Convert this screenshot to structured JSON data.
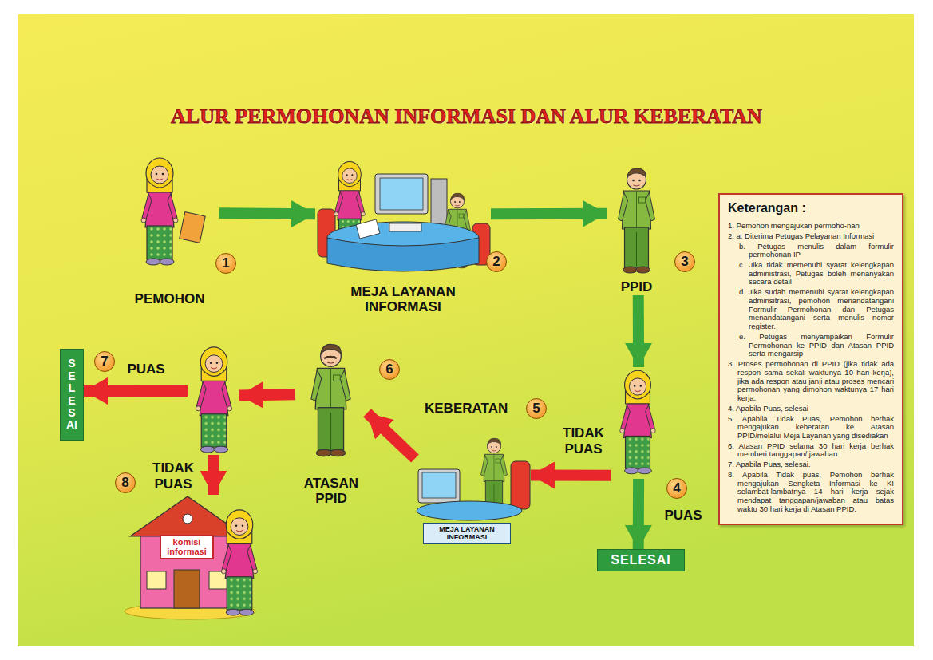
{
  "diagram": {
    "title": "ALUR PERMOHONAN INFORMASI DAN ALUR KEBERATAN",
    "nodes": [
      {
        "text": [
          "PEMOHON"
        ]
      },
      {
        "text": [
          "MEJA LAYANAN INFORMASI"
        ]
      },
      {
        "text": [
          "PPID"
        ]
      },
      {
        "text": [
          "4"
        ]
      },
      {
        "text": [
          "SELESAI"
        ]
      },
      {
        "text": [
          "MEJA LAYANAN INFORMASI"
        ]
      },
      {
        "text": [
          "ATASAN PPID"
        ]
      },
      {
        "text": [
          "7"
        ]
      },
      {
        "text": [
          "komisi informasi"
        ]
      },
      {
        "text": [
          "SELESAI"
        ]
      },
      {
        "text": [
          "Keterangan :",
          "1. Pemohon mengajukan permoho-nan",
          "2. a. Diterima Petugas Pelayanan Informasi",
          "b. Petugas menulis dalam formulir permohonan IP",
          "c. Jika tidak memenuhi syarat kelengkapan administrasi, Petugas boleh menanyakan secara detail",
          "d. Jika sudah memenuhi syarat kelengkapan adminsitrasi, pemohon menandatangani Formulir Permohonan dan Petugas menandatangani serta menulis nomor register.",
          "e. Petugas menyampaikan Formulir Permohonan ke PPID dan Atasan PPID serta mengarsip",
          "3. Proses permohonan di PPID (jika tidak ada respon sama sekali waktunya 10 hari kerja), jika ada respon atau janji atau proses mencari permohonan yang dimohon waktunya 17 hari kerja.",
          "4. Apabila Puas, selesai",
          "5. Apabila Tidak Puas, Pemohon berhak mengajukan keberatan ke Atasan PPID/melalui Meja Layanan yang disediakan",
          "6. Atasan PPID selama 30 hari kerja berhak memberi tanggapan/ jawaban",
          "7. Apabila Puas, selesai.",
          "8. Apabila Tidak puas, Pemohon berhak mengajukan Sengketa Informasi ke KI selambat-lambatnya 14 hari kerja sejak mendapat tanggapan/jawaban atau batas waktu 30 hari kerja di Atasan PPID."
        ]
      }
    ],
    "edges": [
      {
        "from": 0,
        "to": 1,
        "arrow": "to"
      },
      {
        "from": 1,
        "to": 2,
        "arrow": "to"
      },
      {
        "from": 2,
        "to": 3,
        "arrow": "to"
      },
      {
        "from": 3,
        "to": 4,
        "label": "PUAS",
        "arrow": "to"
      },
      {
        "from": 3,
        "to": 5,
        "label": "TIDAK PUAS",
        "arrow": "to"
      },
      {
        "from": 5,
        "to": 6,
        "arrow": "to"
      },
      {
        "from": 6,
        "to": 7,
        "arrow": "to"
      },
      {
        "from": 7,
        "to": 9,
        "label": "PUAS",
        "arrow": "to"
      },
      {
        "from": 7,
        "to": 8,
        "label": "TIDAK PUAS",
        "arrow": "to"
      }
    ],
    "labels": [
      "1",
      "2",
      "3",
      "5",
      "6",
      "8",
      "KEBERATAN"
    ]
  }
}
